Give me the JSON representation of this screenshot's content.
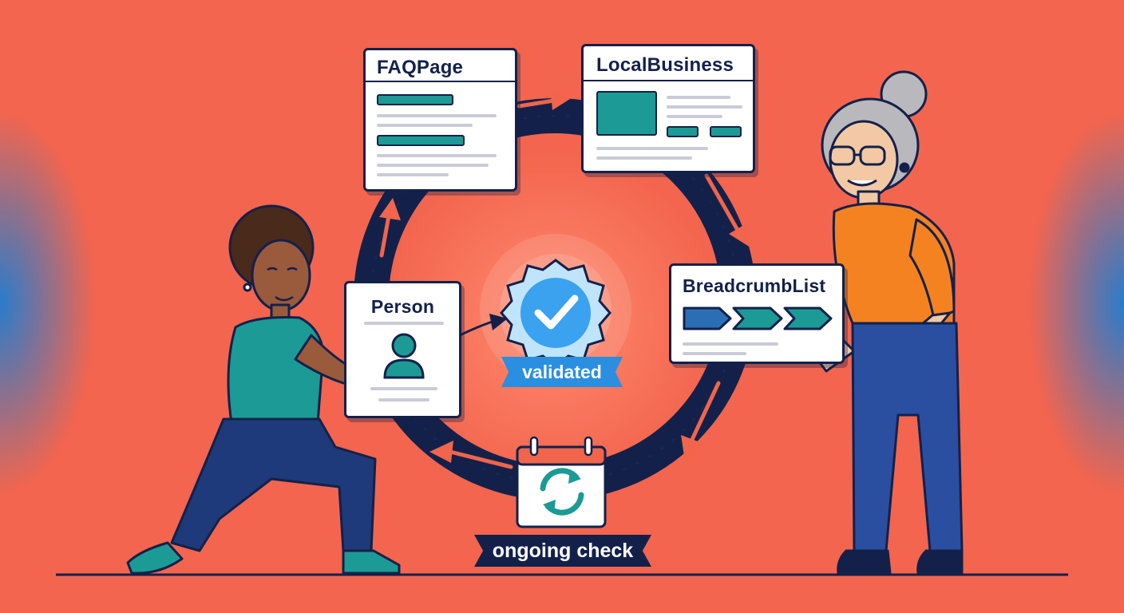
{
  "cards": {
    "faq": {
      "title": "FAQPage"
    },
    "local": {
      "title": "LocalBusiness"
    },
    "person": {
      "title": "Person"
    },
    "breadcrumb": {
      "title": "BreadcrumbList"
    }
  },
  "badge": {
    "label": "validated"
  },
  "cycle": {
    "label": "ongoing check"
  },
  "colors": {
    "background": "#f3654e",
    "navy": "#13214a",
    "teal": "#1c9a96",
    "badge_blue": "#2a8fe0",
    "shirt_orange": "#f58220",
    "pants_blue": "#2a4fa0"
  },
  "icons": [
    "checkmark-badge-icon",
    "person-icon",
    "calendar-refresh-icon",
    "arrow-icon"
  ]
}
